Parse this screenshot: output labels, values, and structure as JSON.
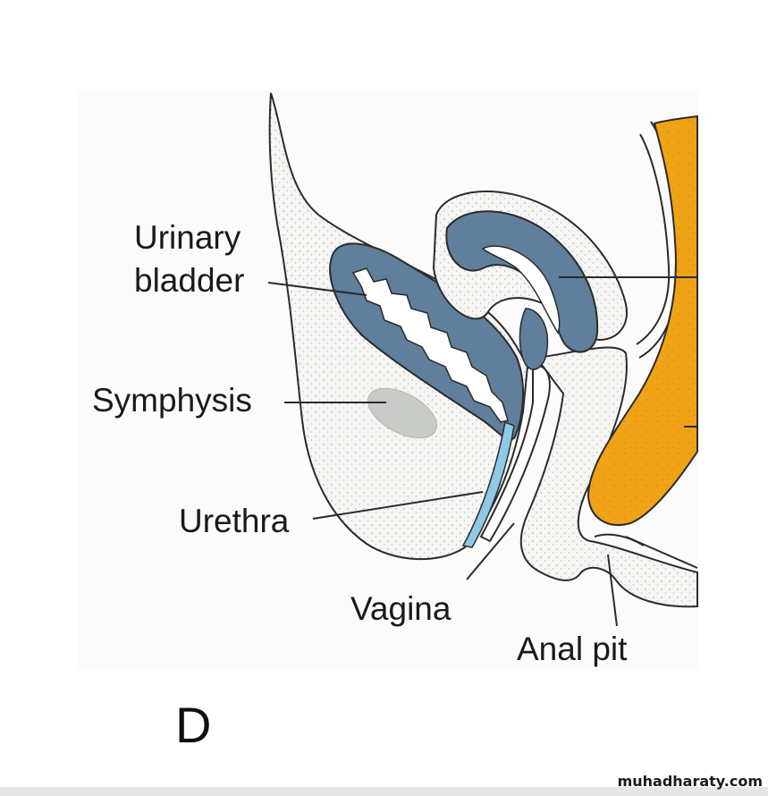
{
  "labels": {
    "urinary_line1": "Urinary",
    "urinary_line2": "bladder",
    "symphysis": "Symphysis",
    "urethra": "Urethra",
    "vagina": "Vagina",
    "anal_pit": "Anal pit"
  },
  "panel_letter": "D",
  "watermark": "muhadharaty.com",
  "colors": {
    "bladder": "#5f7f9c",
    "urethra": "#8ec9e6",
    "rectum": "#f0a316",
    "symphysis": "#c9cbc8",
    "tissue": "#f4f4f2",
    "outline": "#2b2b2b"
  }
}
